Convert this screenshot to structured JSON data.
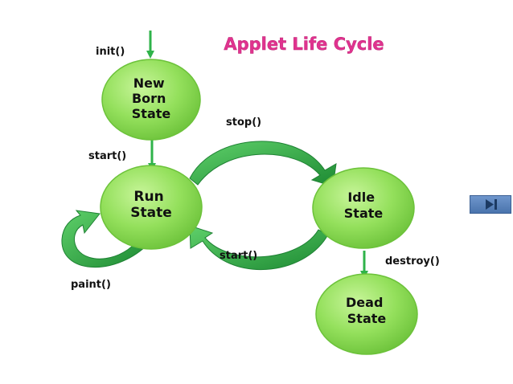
{
  "title": "Applet Life Cycle",
  "states": {
    "newborn": [
      "New",
      "Born",
      "State"
    ],
    "run": [
      "Run",
      "State"
    ],
    "idle": [
      "Idle",
      "State"
    ],
    "dead": [
      "Dead",
      "State"
    ]
  },
  "transitions": {
    "init": "init()",
    "start_from_newborn": "start()",
    "stop": "stop()",
    "start_from_idle": "start()",
    "destroy": "destroy()",
    "paint": "paint()"
  },
  "colors": {
    "state_fill": "#8fe05a",
    "state_edge": "#5cb82e",
    "arrow": "#2fb34a",
    "curved_arrow": "#249a3a",
    "title": "#e0338f"
  },
  "icons": {
    "next": "skip-next-icon"
  }
}
